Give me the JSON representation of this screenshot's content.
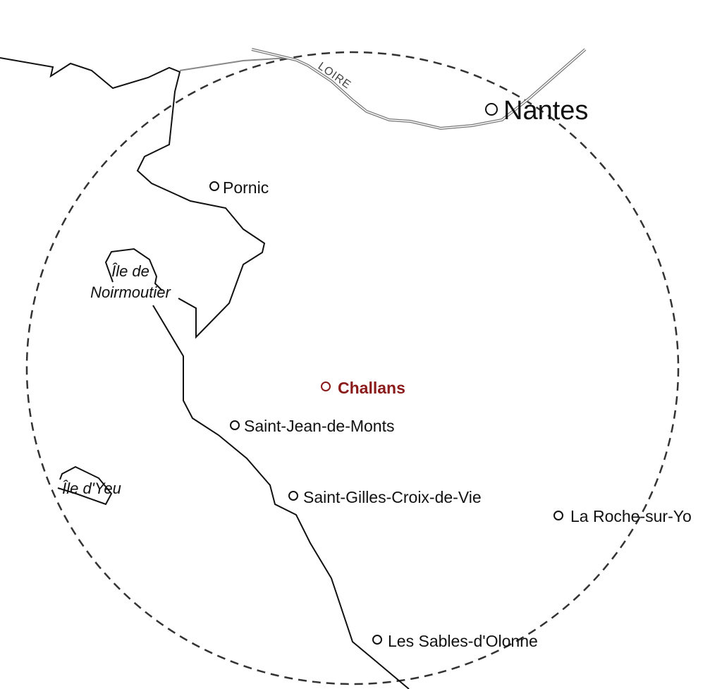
{
  "map": {
    "river": "LOIRE",
    "highlight_color": "#8b1a1a",
    "cities": [
      {
        "name": "Nantes",
        "major": true
      },
      {
        "name": "Pornic"
      },
      {
        "name": "Challans",
        "highlighted": true
      },
      {
        "name": "Saint-Jean-de-Monts"
      },
      {
        "name": "Saint-Gilles-Croix-de-Vie"
      },
      {
        "name": "La Roche-sur-Yo"
      },
      {
        "name": "Les Sables-d'Olonne"
      }
    ],
    "islands": [
      {
        "line1": "Île de",
        "line2": "Noirmoutier"
      },
      {
        "line1": "Île d'Yeu"
      }
    ]
  }
}
